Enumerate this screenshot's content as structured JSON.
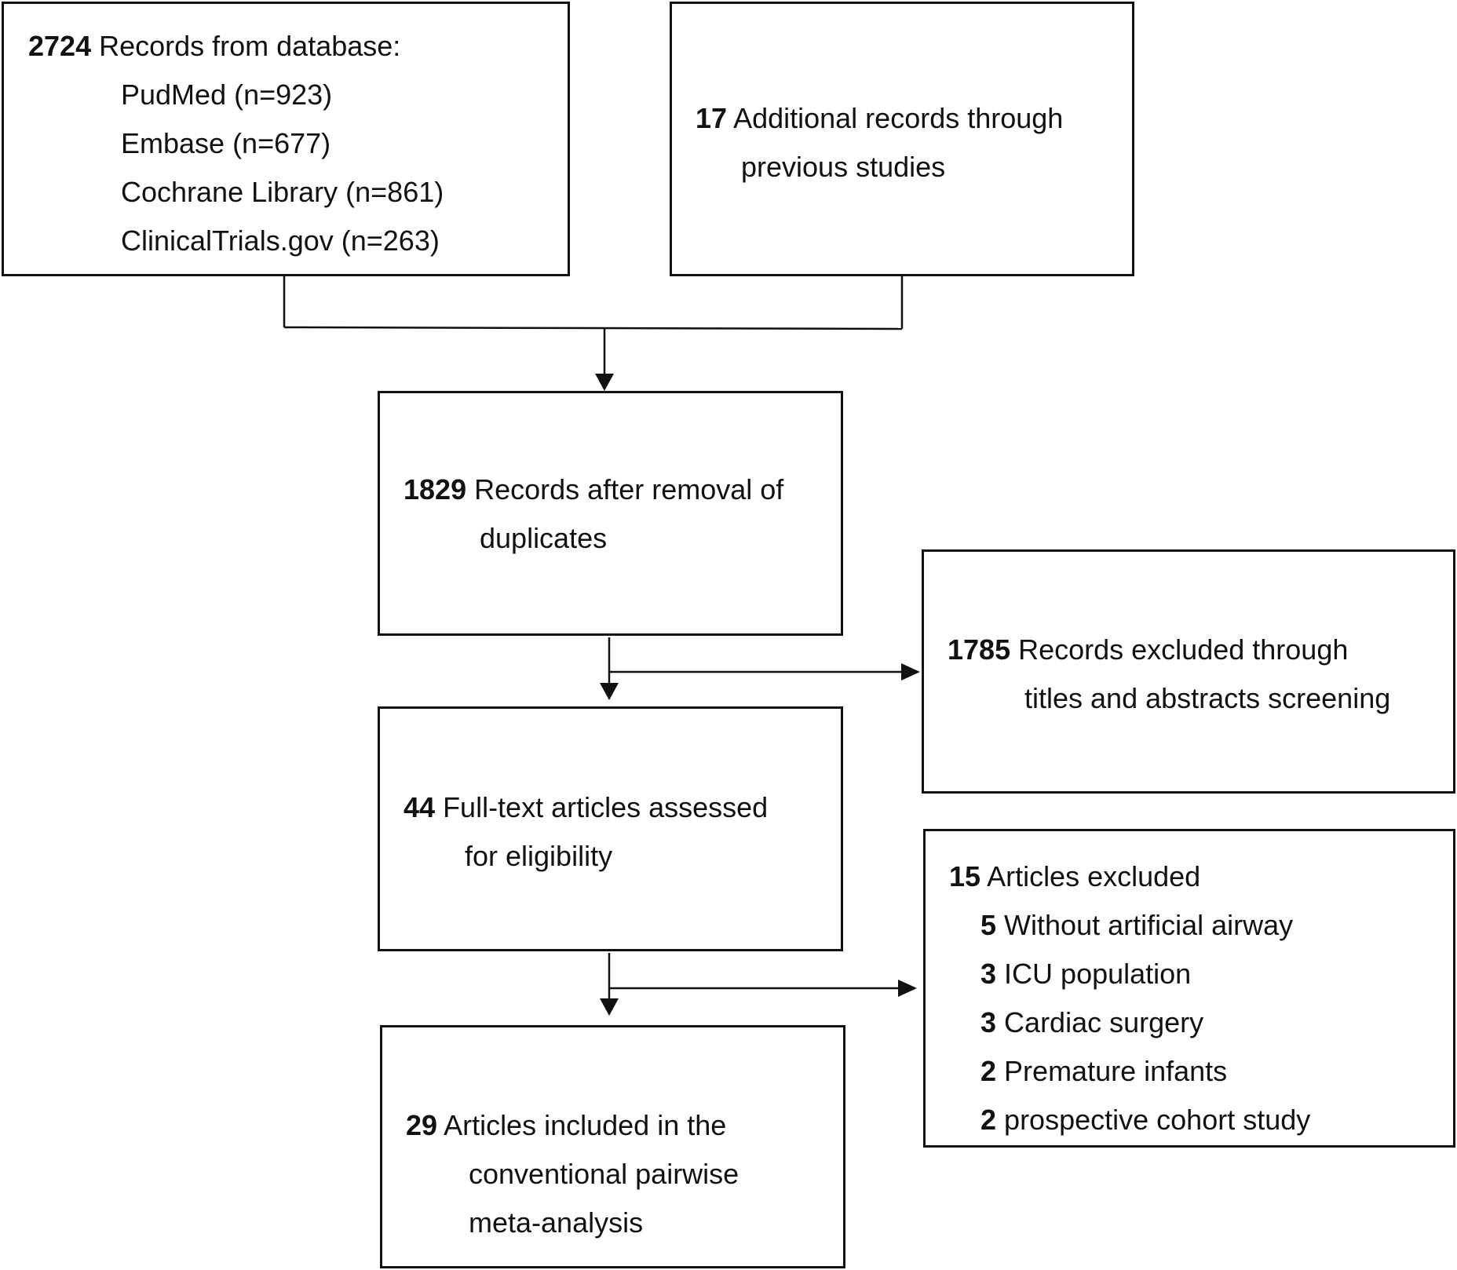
{
  "diagram": {
    "box_database": {
      "count": "2724",
      "label": "Records from database:",
      "sources": [
        "PudMed (n=923)",
        "Embase (n=677)",
        "Cochrane Library (n=861)",
        "ClinicalTrials.gov (n=263)"
      ]
    },
    "box_additional": {
      "count": "17",
      "label_line1": "Additional records through",
      "label_line2": "previous studies"
    },
    "box_deduplicated": {
      "count": "1829",
      "label_line1": "Records after removal of",
      "label_line2": "duplicates"
    },
    "box_excluded_screening": {
      "count": "1785",
      "label_line1": "Records excluded through",
      "label_line2": "titles and abstracts screening"
    },
    "box_fulltext": {
      "count": "44",
      "label_line1": "Full-text articles assessed",
      "label_line2": "for eligibility"
    },
    "box_articles_excluded": {
      "count": "15",
      "label": "Articles excluded",
      "reasons": [
        {
          "count": "5",
          "label": "Without artificial airway"
        },
        {
          "count": "3",
          "label": "ICU population"
        },
        {
          "count": "3",
          "label": "Cardiac surgery"
        },
        {
          "count": "2",
          "label": "Premature infants"
        },
        {
          "count": "2",
          "label": "prospective cohort study"
        }
      ]
    },
    "box_included": {
      "count": "29",
      "label_line1": "Articles included in the",
      "label_line2": "conventional pairwise",
      "label_line3": "meta-analysis"
    }
  }
}
